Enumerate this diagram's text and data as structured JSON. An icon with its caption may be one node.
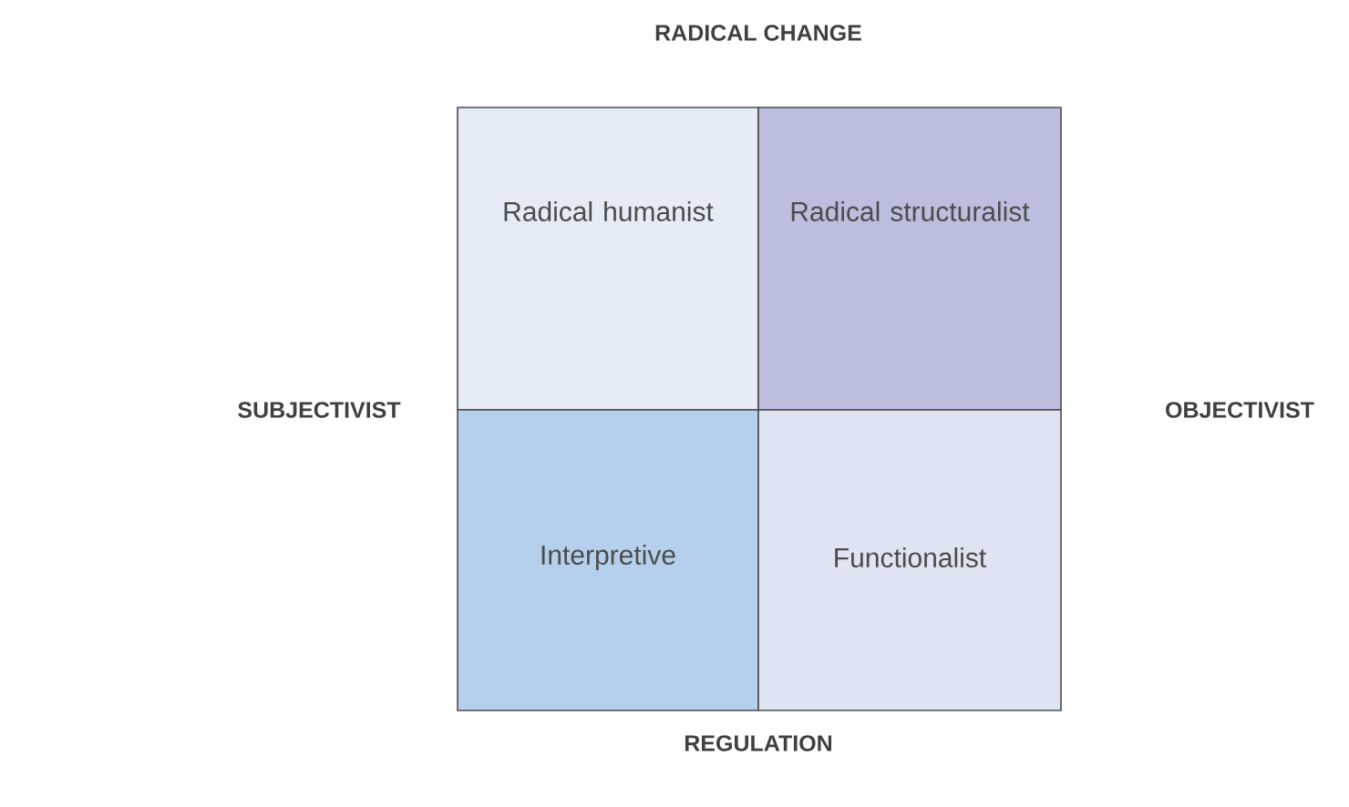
{
  "diagram": {
    "nodes": [
      {
        "text": [
          "Radical humanist"
        ]
      },
      {
        "text": [
          "Radical structuralist"
        ]
      },
      {
        "text": [
          "Interpretive"
        ]
      },
      {
        "text": [
          "Functionalist"
        ]
      }
    ],
    "labels": [
      "RADICAL CHANGE",
      "SUBJECTIVIST",
      "OBJECTIVIST",
      "REGULATION"
    ]
  }
}
